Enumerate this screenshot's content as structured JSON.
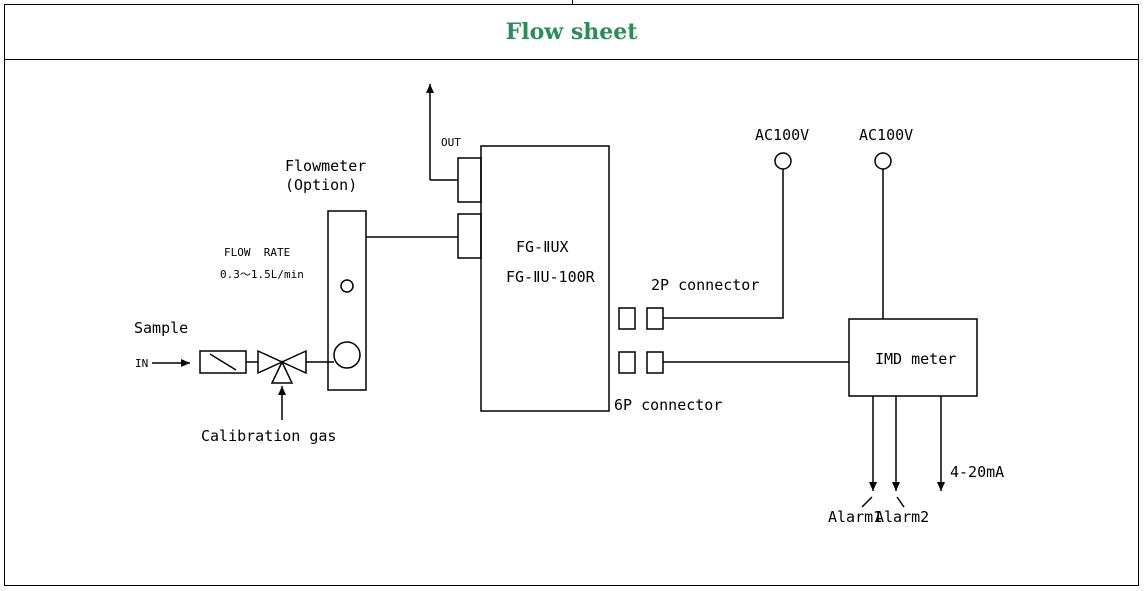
{
  "header": {
    "title": "Flow sheet"
  },
  "diagram": {
    "outlet_label": "OUT",
    "flowmeter_label": "Flowmeter",
    "flowmeter_option": "(Option)",
    "flow_rate_label": "FLOW  RATE",
    "flow_rate_range": "0.3～1.5L/min",
    "sample_label": "Sample",
    "inlet_label": "IN",
    "calibration_label": "Calibration gas",
    "analyzer_model_1": "FG-ⅡUX",
    "analyzer_model_2": "FG-ⅡU-100R",
    "power_label_1": "AC100V",
    "power_label_2": "AC100V",
    "connector_2p": "2P connector",
    "connector_6p": "6P connector",
    "meter_label": "IMD meter",
    "alarm1_label": "Alarm1",
    "alarm2_label": "Alarm2",
    "analog_output_label": "4-20mA"
  }
}
